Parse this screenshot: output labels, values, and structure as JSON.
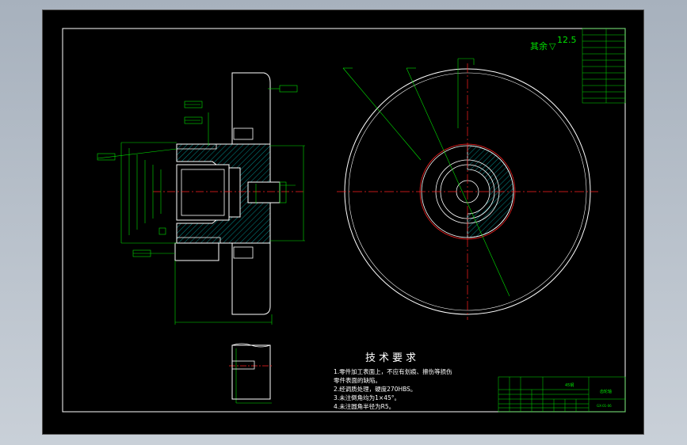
{
  "drawing": {
    "surface_note_main": "其余",
    "surface_note_symbol": "▽",
    "surface_note_value": "12.5",
    "requirements": {
      "title": "技术要求",
      "lines": [
        "1.零件加工表面上，不应有划痕、擦伤等损伤",
        "零件表面的缺陷。",
        "2.经调质处理，硬度270HBS。",
        "3.未注倒角均为1×45°。",
        "4.未注圆角半径为R5。"
      ]
    },
    "title_block": {
      "material": "45钢",
      "part_name": "齿轮轴",
      "drawing_no": "GX-01-06"
    },
    "colors": {
      "background": "#000000",
      "outline": "#ffffff",
      "dimension": "#00e000",
      "centerline": "#ff2020",
      "hatch": "#00b0b0",
      "frame_outer": "#c9d0d8"
    }
  }
}
